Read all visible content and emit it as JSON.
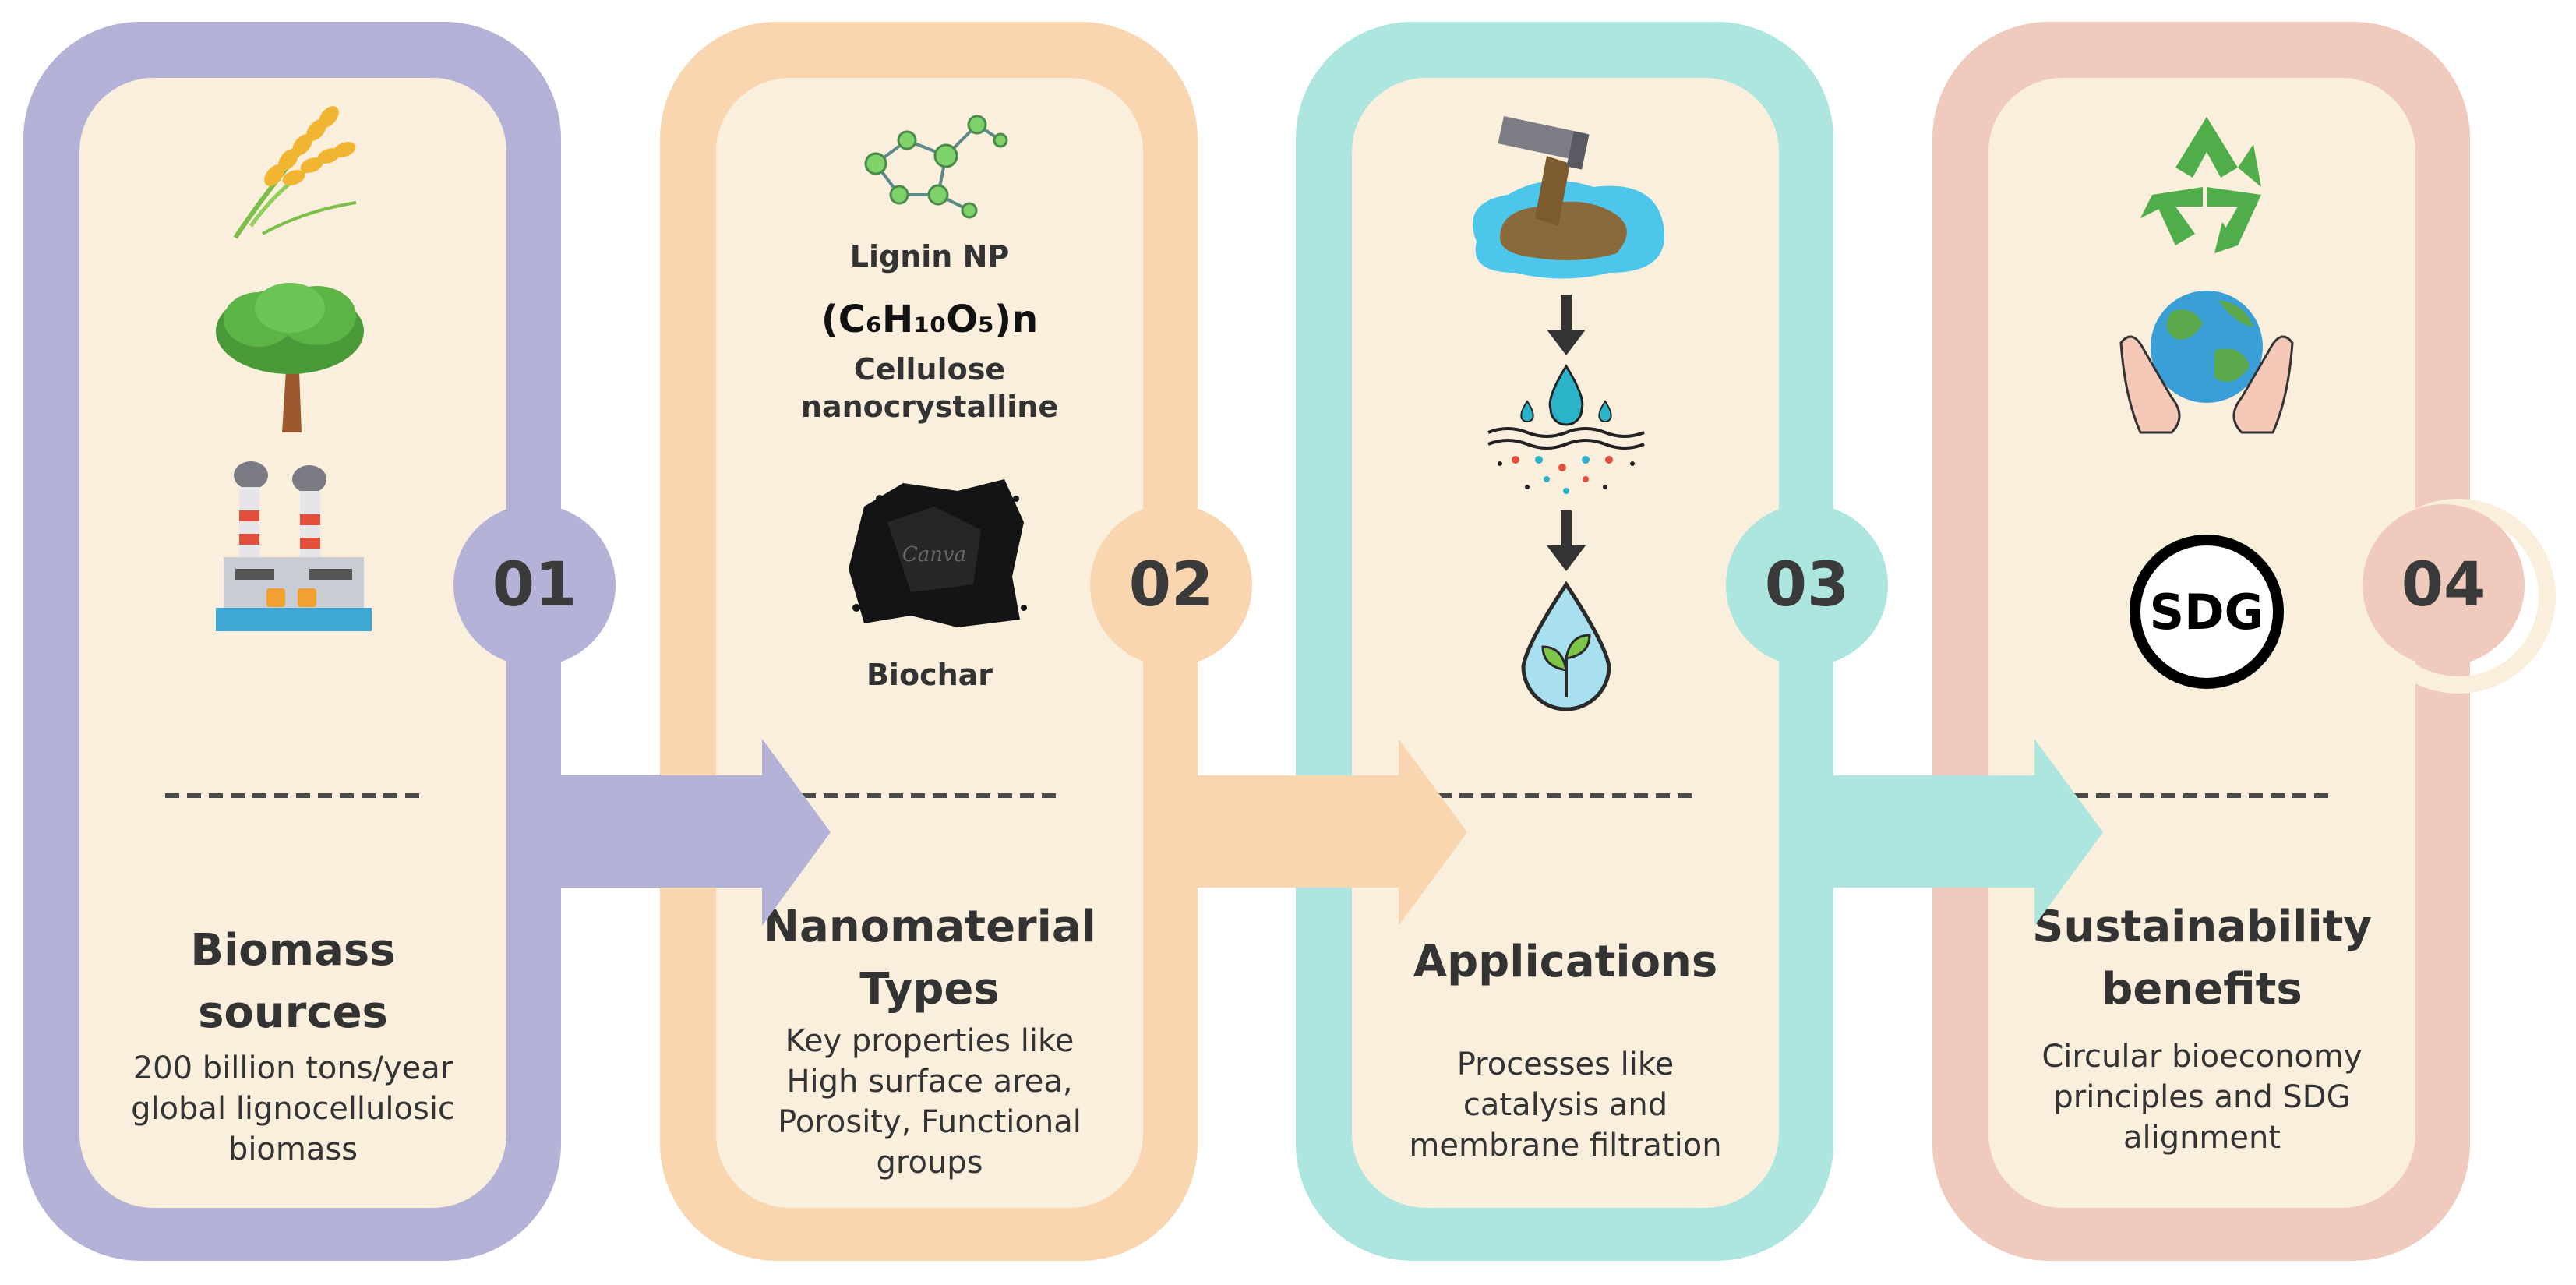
{
  "colors": {
    "panel1": "#b4b2d6",
    "panel2": "#f9d6b0",
    "panel3": "#ade6df",
    "panel4": "#efcabd",
    "inner": "#faeedd"
  },
  "steps": [
    {
      "number": "01",
      "title_lines": [
        "Biomass",
        "sources"
      ],
      "desc_lines": [
        "200 billion tons/year",
        "global lignocellulosic",
        "biomass"
      ],
      "icons": [
        "rice-plant-icon",
        "tree-icon",
        "factory-icon"
      ]
    },
    {
      "number": "02",
      "title_lines": [
        "Nanomaterial",
        "Types"
      ],
      "desc_lines": [
        "Key properties like",
        "High surface area,",
        "Porosity, Functional",
        "groups"
      ],
      "items": {
        "lignin_label": "Lignin NP",
        "formula": "(C₆H₁₀O₅)n",
        "cellulose_lines": [
          "Cellulose",
          "nanocrystalline"
        ],
        "biochar_label": "Biochar",
        "biochar_watermark": "Canva"
      },
      "icons": [
        "molecule-icon",
        "biochar-icon"
      ]
    },
    {
      "number": "03",
      "title_lines": [
        "Applications"
      ],
      "desc_lines": [
        "Processes like",
        "catalysis and",
        "membrane filtration"
      ],
      "icons": [
        "wastewater-pipe-icon",
        "arrow-down-icon",
        "filtration-icon",
        "clean-water-icon"
      ]
    },
    {
      "number": "04",
      "title_lines": [
        "Sustainability",
        "benefits"
      ],
      "desc_lines": [
        "Circular bioeconomy",
        "principles and SDG",
        "alignment"
      ],
      "sdg_label": "SDG",
      "icons": [
        "recycle-icon",
        "earth-in-hands-icon",
        "sdg-icon"
      ]
    }
  ]
}
